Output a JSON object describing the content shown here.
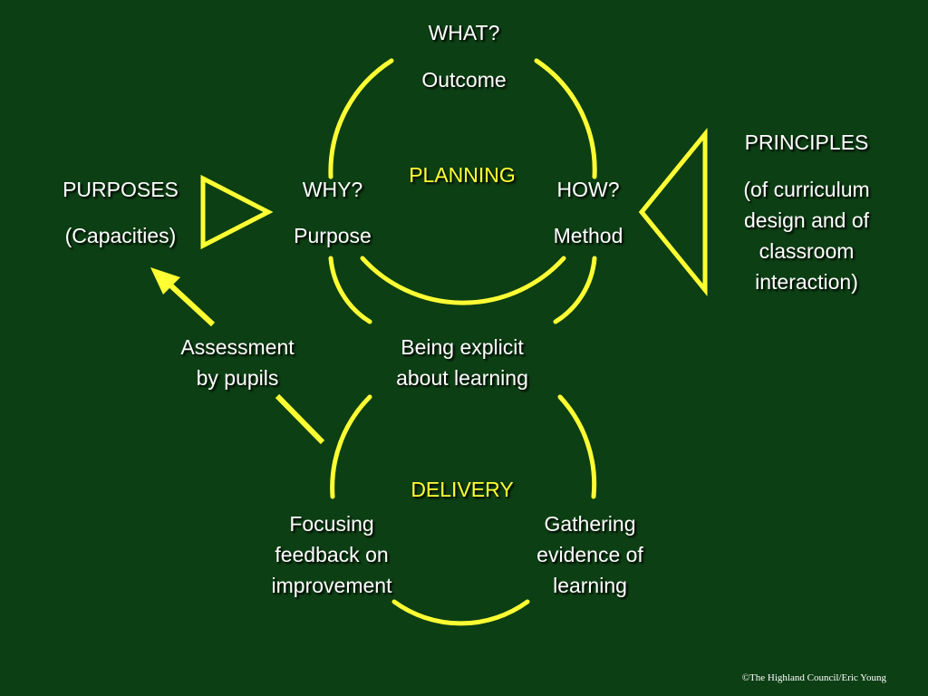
{
  "colors": {
    "background": "#0d3f14",
    "accent": "#ffff33",
    "text": "#ffffff"
  },
  "planning": {
    "title": "PLANNING",
    "what_question": "WHAT?",
    "what_answer": "Outcome",
    "why_question": "WHY?",
    "why_answer": "Purpose",
    "how_question": "HOW?",
    "how_answer": "Method"
  },
  "purposes": {
    "title": "PURPOSES",
    "detail": "(Capacities)"
  },
  "principles": {
    "title": "PRINCIPLES",
    "detail_lines": [
      "(of curriculum",
      "design and of",
      "classroom",
      "interaction)"
    ]
  },
  "delivery": {
    "title": "DELIVERY",
    "explicit_lines": [
      "Being explicit",
      "about learning"
    ],
    "assessment_lines": [
      "Assessment",
      "by pupils"
    ],
    "feedback_lines": [
      "Focusing",
      "feedback on",
      "improvement"
    ],
    "evidence_lines": [
      "Gathering",
      "evidence of",
      "learning"
    ]
  },
  "footer": {
    "copyright": "©The Highland Council/Eric Young"
  }
}
